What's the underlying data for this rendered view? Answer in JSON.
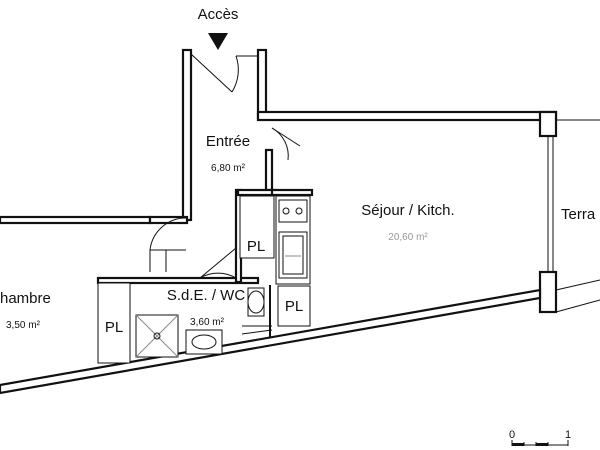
{
  "plan": {
    "access_label": "Accès",
    "rooms": {
      "entree": {
        "name": "Entrée",
        "area": "6,80 m²"
      },
      "sejour": {
        "name": "Séjour / Kitch.",
        "area": "20,60 m²"
      },
      "terrasse": {
        "name": "Terra"
      },
      "chambre": {
        "name": "hambre",
        "area": "3,50 m²"
      },
      "sde": {
        "name": "S.d.E. / WC",
        "area": "3,60 m²"
      }
    },
    "placards": {
      "entree": "PL",
      "wc": "PL",
      "chambre": "PL"
    },
    "scale": {
      "start": "0",
      "end": "1"
    }
  }
}
